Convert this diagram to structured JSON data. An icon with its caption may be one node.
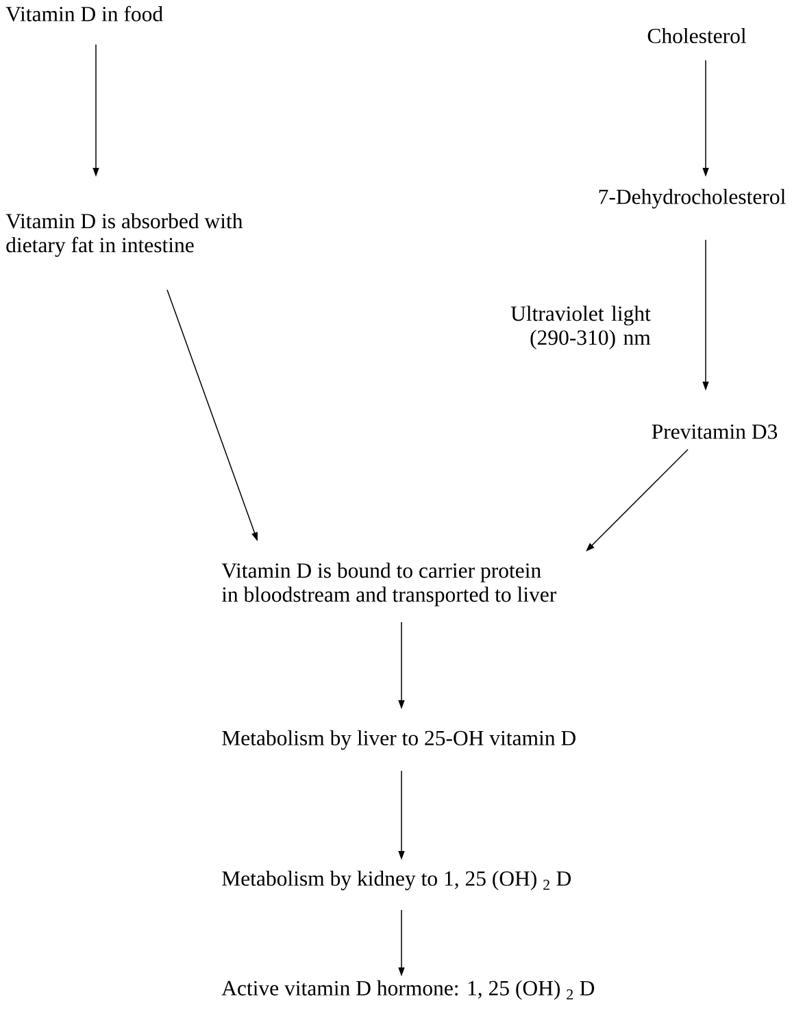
{
  "diagram": {
    "nodes": [
      {
        "text": [
          "Vitamin D in food"
        ]
      },
      {
        "text": [
          "Cholesterol"
        ]
      },
      {
        "text": [
          "Vitamin D is absorbed with dietary fat in intestine"
        ]
      },
      {
        "text": [
          "7-Dehydrocholesterol"
        ]
      },
      {
        "text": [
          "Previtamin D3"
        ]
      },
      {
        "text": [
          "Vitamin D is bound to carrier protein in bloodstream and transported to liver"
        ]
      },
      {
        "text": [
          "Metabolism by liver to 25-OH vitamin D"
        ]
      },
      {
        "text": [
          "Metabolism by kidney to 1, 25 (OH) $_{2}$ D"
        ]
      },
      {
        "text": [
          "Active vitamin D hormone: 1, 25 (OH) $_{2}$ D"
        ]
      }
    ],
    "edges": [
      {
        "from": 0,
        "to": 2,
        "arrow": "to"
      },
      {
        "from": 1,
        "to": 3,
        "arrow": "to"
      },
      {
        "from": 3,
        "to": 4,
        "arrow": "to",
        "label": "Ultraviolet light (290-310) nm"
      },
      {
        "from": 2,
        "to": 5,
        "arrow": "to"
      },
      {
        "from": 4,
        "to": 5,
        "arrow": "to"
      },
      {
        "from": 5,
        "to": 6,
        "arrow": "to"
      },
      {
        "from": 6,
        "to": 7,
        "arrow": "to"
      },
      {
        "from": 7,
        "to": 8,
        "arrow": "to"
      }
    ]
  }
}
